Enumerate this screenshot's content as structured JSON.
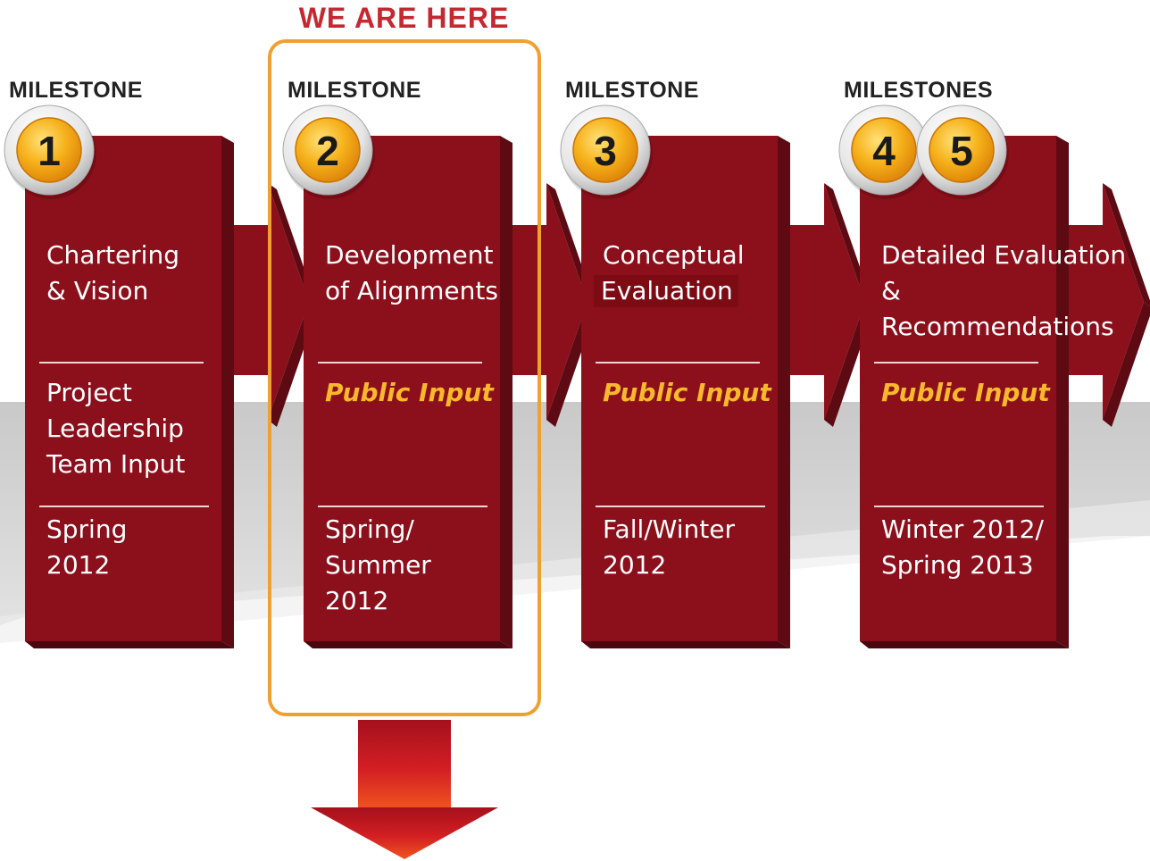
{
  "banner": {
    "label": "WE ARE HERE"
  },
  "colors": {
    "panel_front": "#8b101b",
    "panel_side": "#5e0a12",
    "panel_top": "#a31624",
    "public_input": "#f7b82b",
    "highlight_frame": "#f0a031",
    "banner_text": "#c52831",
    "gray_band": "#d4d4d4"
  },
  "stages": [
    {
      "heading": "MILESTONE",
      "badges": [
        "1"
      ],
      "title_lines": [
        "Chartering",
        "& Vision"
      ],
      "input_lines": [
        "Project",
        "Leadership",
        "Team Input"
      ],
      "input_style": "plain",
      "date_lines": [
        "Spring",
        "2012"
      ]
    },
    {
      "heading": "MILESTONE",
      "badges": [
        "2"
      ],
      "title_lines": [
        "Development",
        "of Alignments"
      ],
      "input_lines": [
        "Public Input"
      ],
      "input_style": "public",
      "date_lines": [
        "Spring/",
        "Summer",
        "2012"
      ],
      "current": true
    },
    {
      "heading": "MILESTONE",
      "badges": [
        "3"
      ],
      "title_lines": [
        "Conceptual",
        "Evaluation"
      ],
      "input_lines": [
        "Public Input"
      ],
      "input_style": "public",
      "date_lines": [
        "Fall/Winter",
        "2012"
      ]
    },
    {
      "heading": "MILESTONES",
      "badges": [
        "4",
        "5"
      ],
      "title_lines": [
        "Detailed Evaluation",
        "&",
        "Recommendations"
      ],
      "input_lines": [
        "Public Input"
      ],
      "input_style": "public",
      "date_lines": [
        "Winter 2012/",
        "Spring 2013"
      ]
    }
  ]
}
